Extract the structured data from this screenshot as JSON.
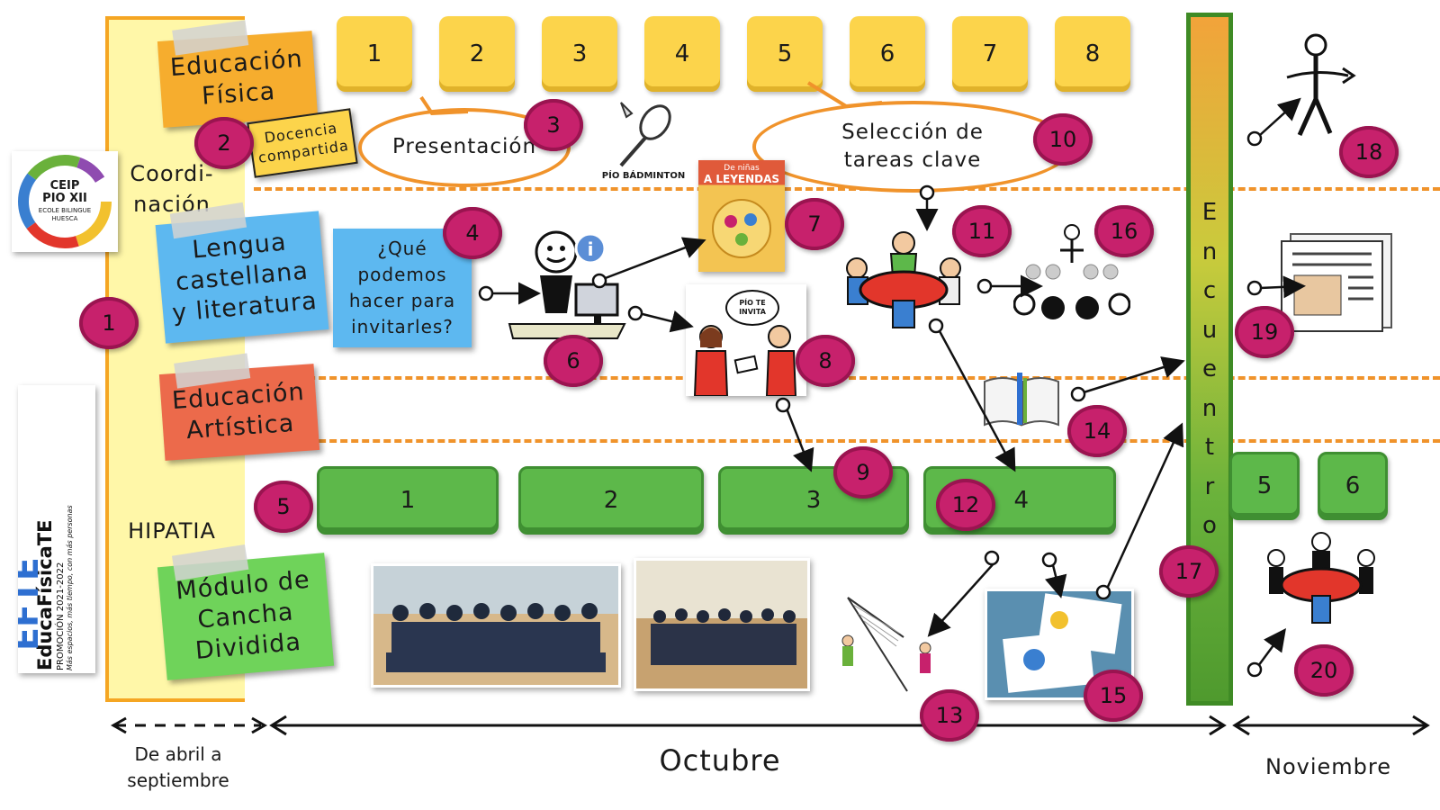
{
  "subjects": {
    "ef": "Educación Física",
    "lengua": "Lengua castellana y literatura",
    "artistica": "Educación Artística",
    "modulo": "Módulo de Cancha Dividida"
  },
  "side": {
    "coordinacion": "Coordi- nación",
    "hipatia": "HIPATIA",
    "docencia": "Docencia compartida"
  },
  "logos": {
    "ceip_name": "CEIP PIO XII",
    "ceip_sub": "ECOLE BILINGUE HUESCA",
    "educa_title": "EducaFísicaTE",
    "educa_promo": "PROMOCIÓN 2021-2022",
    "educa_motto": "Más espacios, más tiempo, con más personas",
    "educa_mark": "EFTE"
  },
  "sessions_ef": [
    "1",
    "2",
    "3",
    "4",
    "5",
    "6",
    "7",
    "8"
  ],
  "sessions_mod": [
    "1",
    "2",
    "3",
    "4"
  ],
  "sessions_nov": [
    "5",
    "6"
  ],
  "bubbles": {
    "presentacion": "Presentación",
    "seleccion": "Selección de tareas clave"
  },
  "box_question": "¿Qué podemos hacer para invitarles?",
  "encuentro": [
    "E",
    "n",
    "c",
    "u",
    "e",
    "n",
    "t",
    "r",
    "o"
  ],
  "labels": {
    "badminton": "PÍO BÁDMINTON",
    "book_small": "De niñas",
    "book_title": "A LEYENDAS",
    "invita": "PÍO TE INVITA"
  },
  "steps": [
    "1",
    "2",
    "3",
    "4",
    "5",
    "6",
    "7",
    "8",
    "9",
    "10",
    "11",
    "12",
    "13",
    "14",
    "15",
    "16",
    "17",
    "18",
    "19",
    "20"
  ],
  "timeline": {
    "before": "De abril a septiembre",
    "month1": "Octubre",
    "month2": "Noviembre"
  },
  "colors": {
    "orange": "#f0932b",
    "magenta": "#c7216c",
    "yellow_key": "#fcd44b",
    "green_bar": "#5db84a",
    "side_band": "#fff7a8"
  }
}
